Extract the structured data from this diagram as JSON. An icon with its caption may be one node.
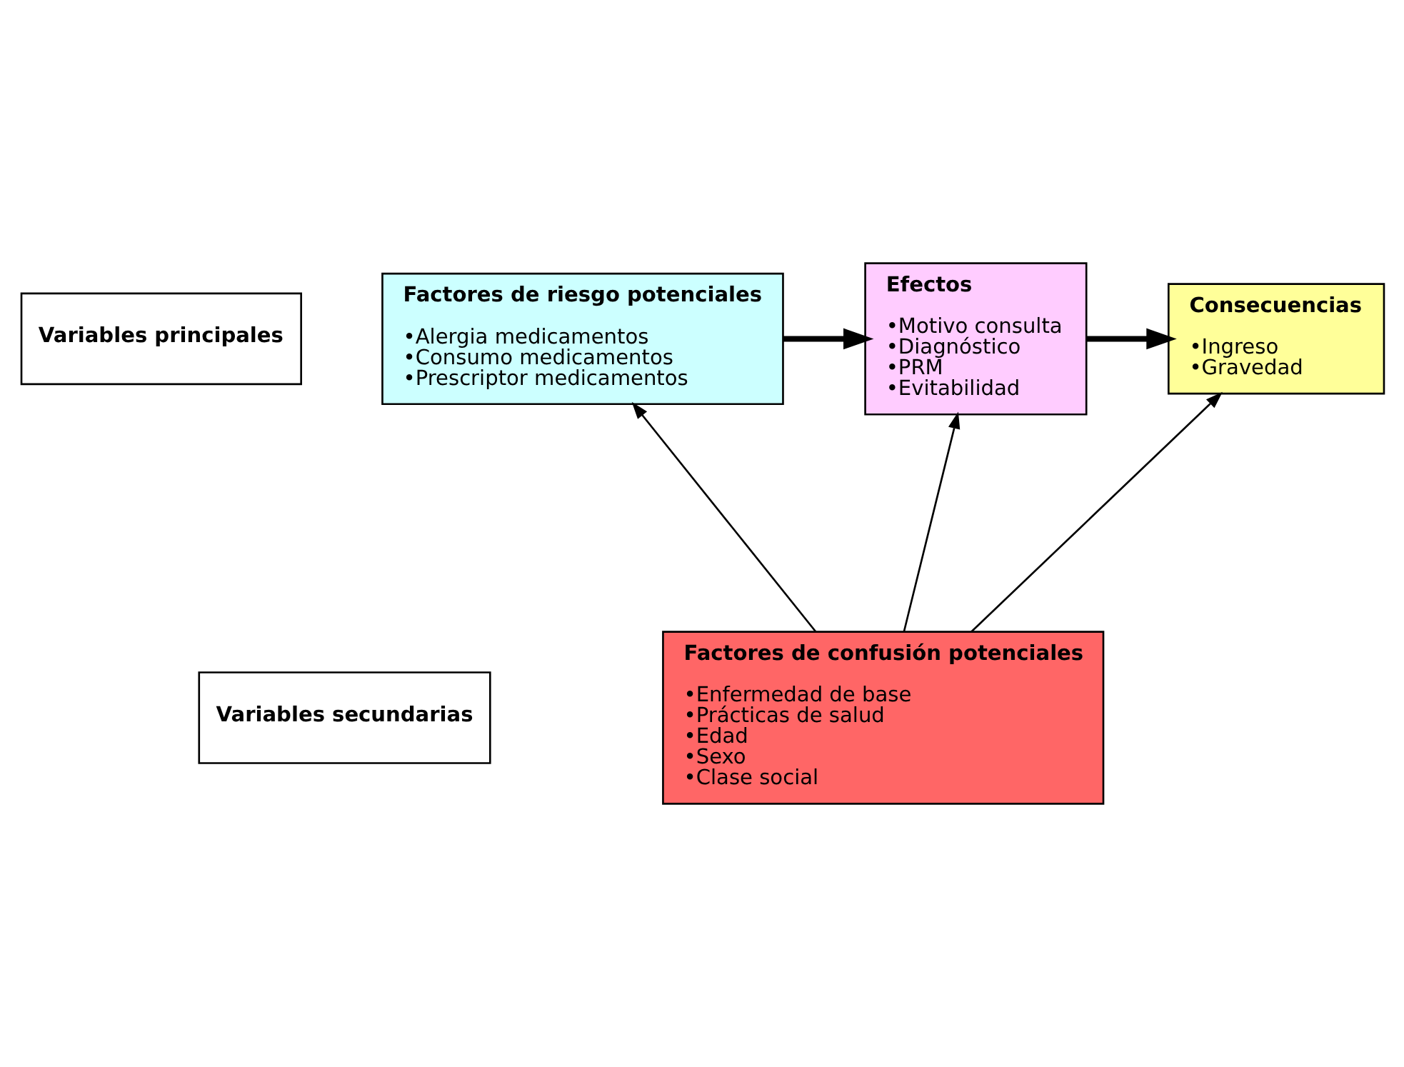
{
  "diagram": {
    "nodes": [
      {
        "text": [
          "Variables principales"
        ]
      },
      {
        "text": [
          "Factores de riesgo potenciales",
          "•Alergia medicamentos",
          "•Consumo medicamentos",
          "•Prescriptor medicamentos"
        ]
      },
      {
        "text": [
          "Efectos",
          "•Motivo consulta",
          "•Diagnóstico",
          "•PRM",
          "•Evitabilidad"
        ]
      },
      {
        "text": [
          "Consecuencias",
          "•Ingreso",
          "•Gravedad"
        ]
      },
      {
        "text": [
          "Variables secundarias"
        ]
      },
      {
        "text": [
          "Factores de confusión potenciales",
          "•Enfermedad de base",
          "•Prácticas de salud",
          "•Edad",
          "•Sexo",
          "•Clase social"
        ]
      }
    ],
    "edges": [
      {
        "from": 1,
        "to": 2,
        "arrow": "to",
        "style": "thick"
      },
      {
        "from": 2,
        "to": 3,
        "arrow": "to",
        "style": "thick"
      },
      {
        "from": 5,
        "to": 1,
        "arrow": "to"
      },
      {
        "from": 5,
        "to": 2,
        "arrow": "to"
      },
      {
        "from": 5,
        "to": 3,
        "arrow": "to"
      }
    ]
  }
}
